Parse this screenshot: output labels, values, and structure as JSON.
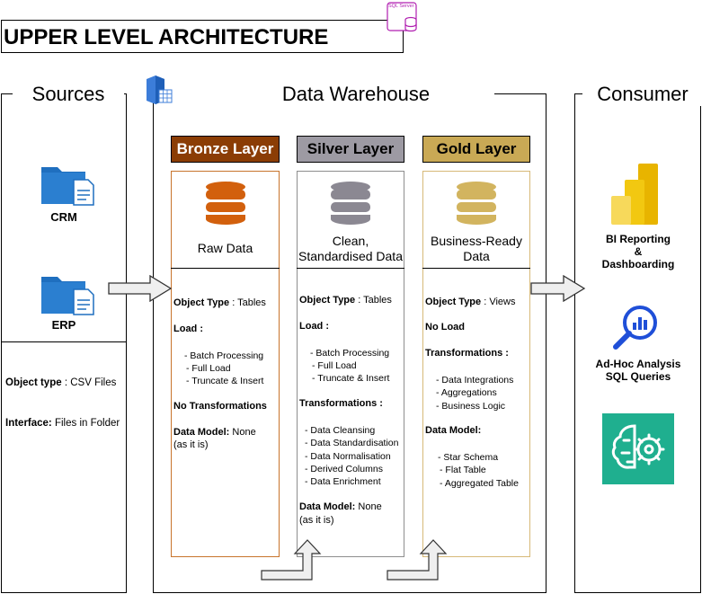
{
  "header": {
    "title": "UPPER LEVEL ARCHITECTURE",
    "sql_server_icon_label": "SQL Server"
  },
  "sources": {
    "title": "Sources",
    "items": [
      {
        "label": "CRM",
        "icon": "folder-document-icon"
      },
      {
        "label": "ERP",
        "icon": "folder-document-icon"
      }
    ],
    "object_type_label": "Object type",
    "object_type_value": " : CSV Files",
    "interface_label": "Interface:",
    "interface_value": " Files in Folder"
  },
  "warehouse": {
    "title": "Data Warehouse",
    "layers": [
      {
        "name": "Bronze Layer",
        "color": "#8B3D05",
        "text_color": "#ffffff",
        "db_color": "#D2600D",
        "border_color": "#C8742C",
        "caption": "Raw Data",
        "object_type_label": "Object Type",
        "object_type_value": " : Tables",
        "load_label": "Load :",
        "load_items": [
          "- Batch Processing",
          "- Full Load",
          "- Truncate & Insert"
        ],
        "transformations_label": "No Transformations",
        "data_model_label": "Data Model:",
        "data_model_value": " None",
        "data_model_note": "(as it is)"
      },
      {
        "name": "Silver Layer",
        "color": "#9D9AA3",
        "text_color": "#000000",
        "db_color": "#8B8892",
        "border_color": "#8E8E8E",
        "caption_line1": "Clean,",
        "caption_line2": "Standardised Data",
        "object_type_label": "Object Type",
        "object_type_value": " : Tables",
        "load_label": "Load :",
        "load_items": [
          "- Batch Processing",
          "- Full Load",
          "- Truncate & Insert"
        ],
        "transformations_label": "Transformations :",
        "transformation_items": [
          "- Data Cleansing",
          "- Data Standardisation",
          "- Data Normalisation",
          "- Derived Columns",
          "- Data Enrichment"
        ],
        "data_model_label": "Data Model:",
        "data_model_value": " None",
        "data_model_note": "(as it is)"
      },
      {
        "name": "Gold Layer",
        "color": "#C9A955",
        "text_color": "#000000",
        "db_color": "#D2B45F",
        "border_color": "#D7B978",
        "caption_line1": "Business-Ready",
        "caption_line2": "Data",
        "object_type_label": "Object Type",
        "object_type_value": " : Views",
        "load_label": "No Load",
        "transformations_label": "Transformations :",
        "transformation_items": [
          "- Data Integrations",
          "- Aggregations",
          "- Business Logic"
        ],
        "data_model_label": "Data Model:",
        "data_model_items": [
          "- Star Schema",
          "- Flat Table",
          "- Aggregated Table"
        ]
      }
    ]
  },
  "consumer": {
    "title": "Consumer",
    "items": [
      {
        "label_line1": "BI Reporting",
        "label_line2": "&",
        "label_line3": "Dashboarding",
        "icon": "power-bi-icon"
      },
      {
        "label_line1": "Ad-Hoc Analysis",
        "label_line2": "SQL Queries",
        "icon": "search-analytics-icon"
      },
      {
        "icon": "machine-learning-icon"
      }
    ]
  },
  "colors": {
    "folder_blue": "#1F6FBF",
    "powerbi_yellow": "#F2C811",
    "search_blue": "#1F4FD8",
    "ml_green": "#1FAF8F"
  }
}
